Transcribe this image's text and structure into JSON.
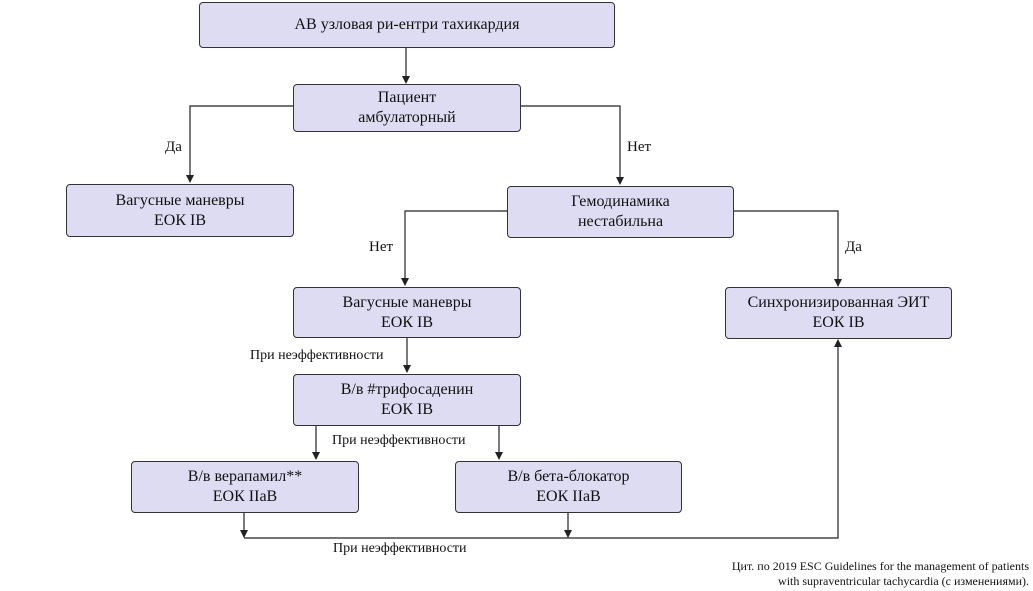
{
  "nodes": {
    "root": [
      "АВ узловая ри-ентри тахикардия"
    ],
    "outpatient": [
      "Пациент",
      "амбулаторный"
    ],
    "vagal1": [
      "Вагусные маневры",
      "ЕОК IB"
    ],
    "hemo": [
      "Гемодинамика",
      "нестабильна"
    ],
    "vagal2": [
      "Вагусные маневры",
      "ЕОК IB"
    ],
    "eit": [
      "Синхронизированная ЭИТ",
      "ЕОК IB"
    ],
    "adenosine": [
      "В/в #трифосаденин",
      "ЕОК IB"
    ],
    "verapamil": [
      "В/в верапамил**",
      "ЕОК IIaB"
    ],
    "betablocker": [
      "В/в бета-блокатор",
      "ЕОК IIaB"
    ]
  },
  "edge_labels": {
    "yes1": "Да",
    "no1": "Нет",
    "no2": "Нет",
    "yes2": "Да",
    "ineff1": "При неэффективности",
    "ineff2": "При неэффективности",
    "ineff3": "При неэффективности"
  },
  "citation": {
    "line1": "Цит. по 2019 ESC Guidelines for the management of patients",
    "line2": "with supraventricular tachycardia (с изменениями)."
  }
}
